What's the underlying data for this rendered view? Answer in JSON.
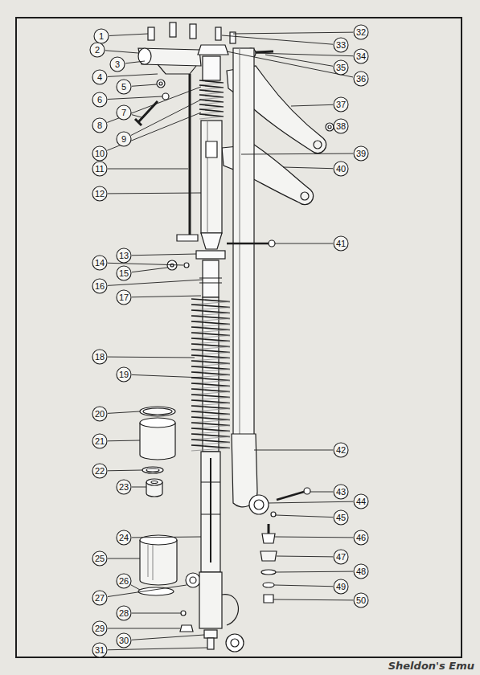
{
  "diagram": {
    "labels": [
      "1",
      "2",
      "3",
      "4",
      "5",
      "6",
      "7",
      "8",
      "9",
      "10",
      "11",
      "12",
      "13",
      "14",
      "15",
      "16",
      "17",
      "18",
      "19",
      "20",
      "21",
      "22",
      "23",
      "24",
      "25",
      "26",
      "27",
      "28",
      "29",
      "30",
      "31",
      "32",
      "33",
      "34",
      "35",
      "36",
      "37",
      "38",
      "39",
      "40",
      "41",
      "42",
      "43",
      "44",
      "45",
      "46",
      "47",
      "48",
      "49",
      "50",
      "Sheldon's Emu"
    ]
  }
}
